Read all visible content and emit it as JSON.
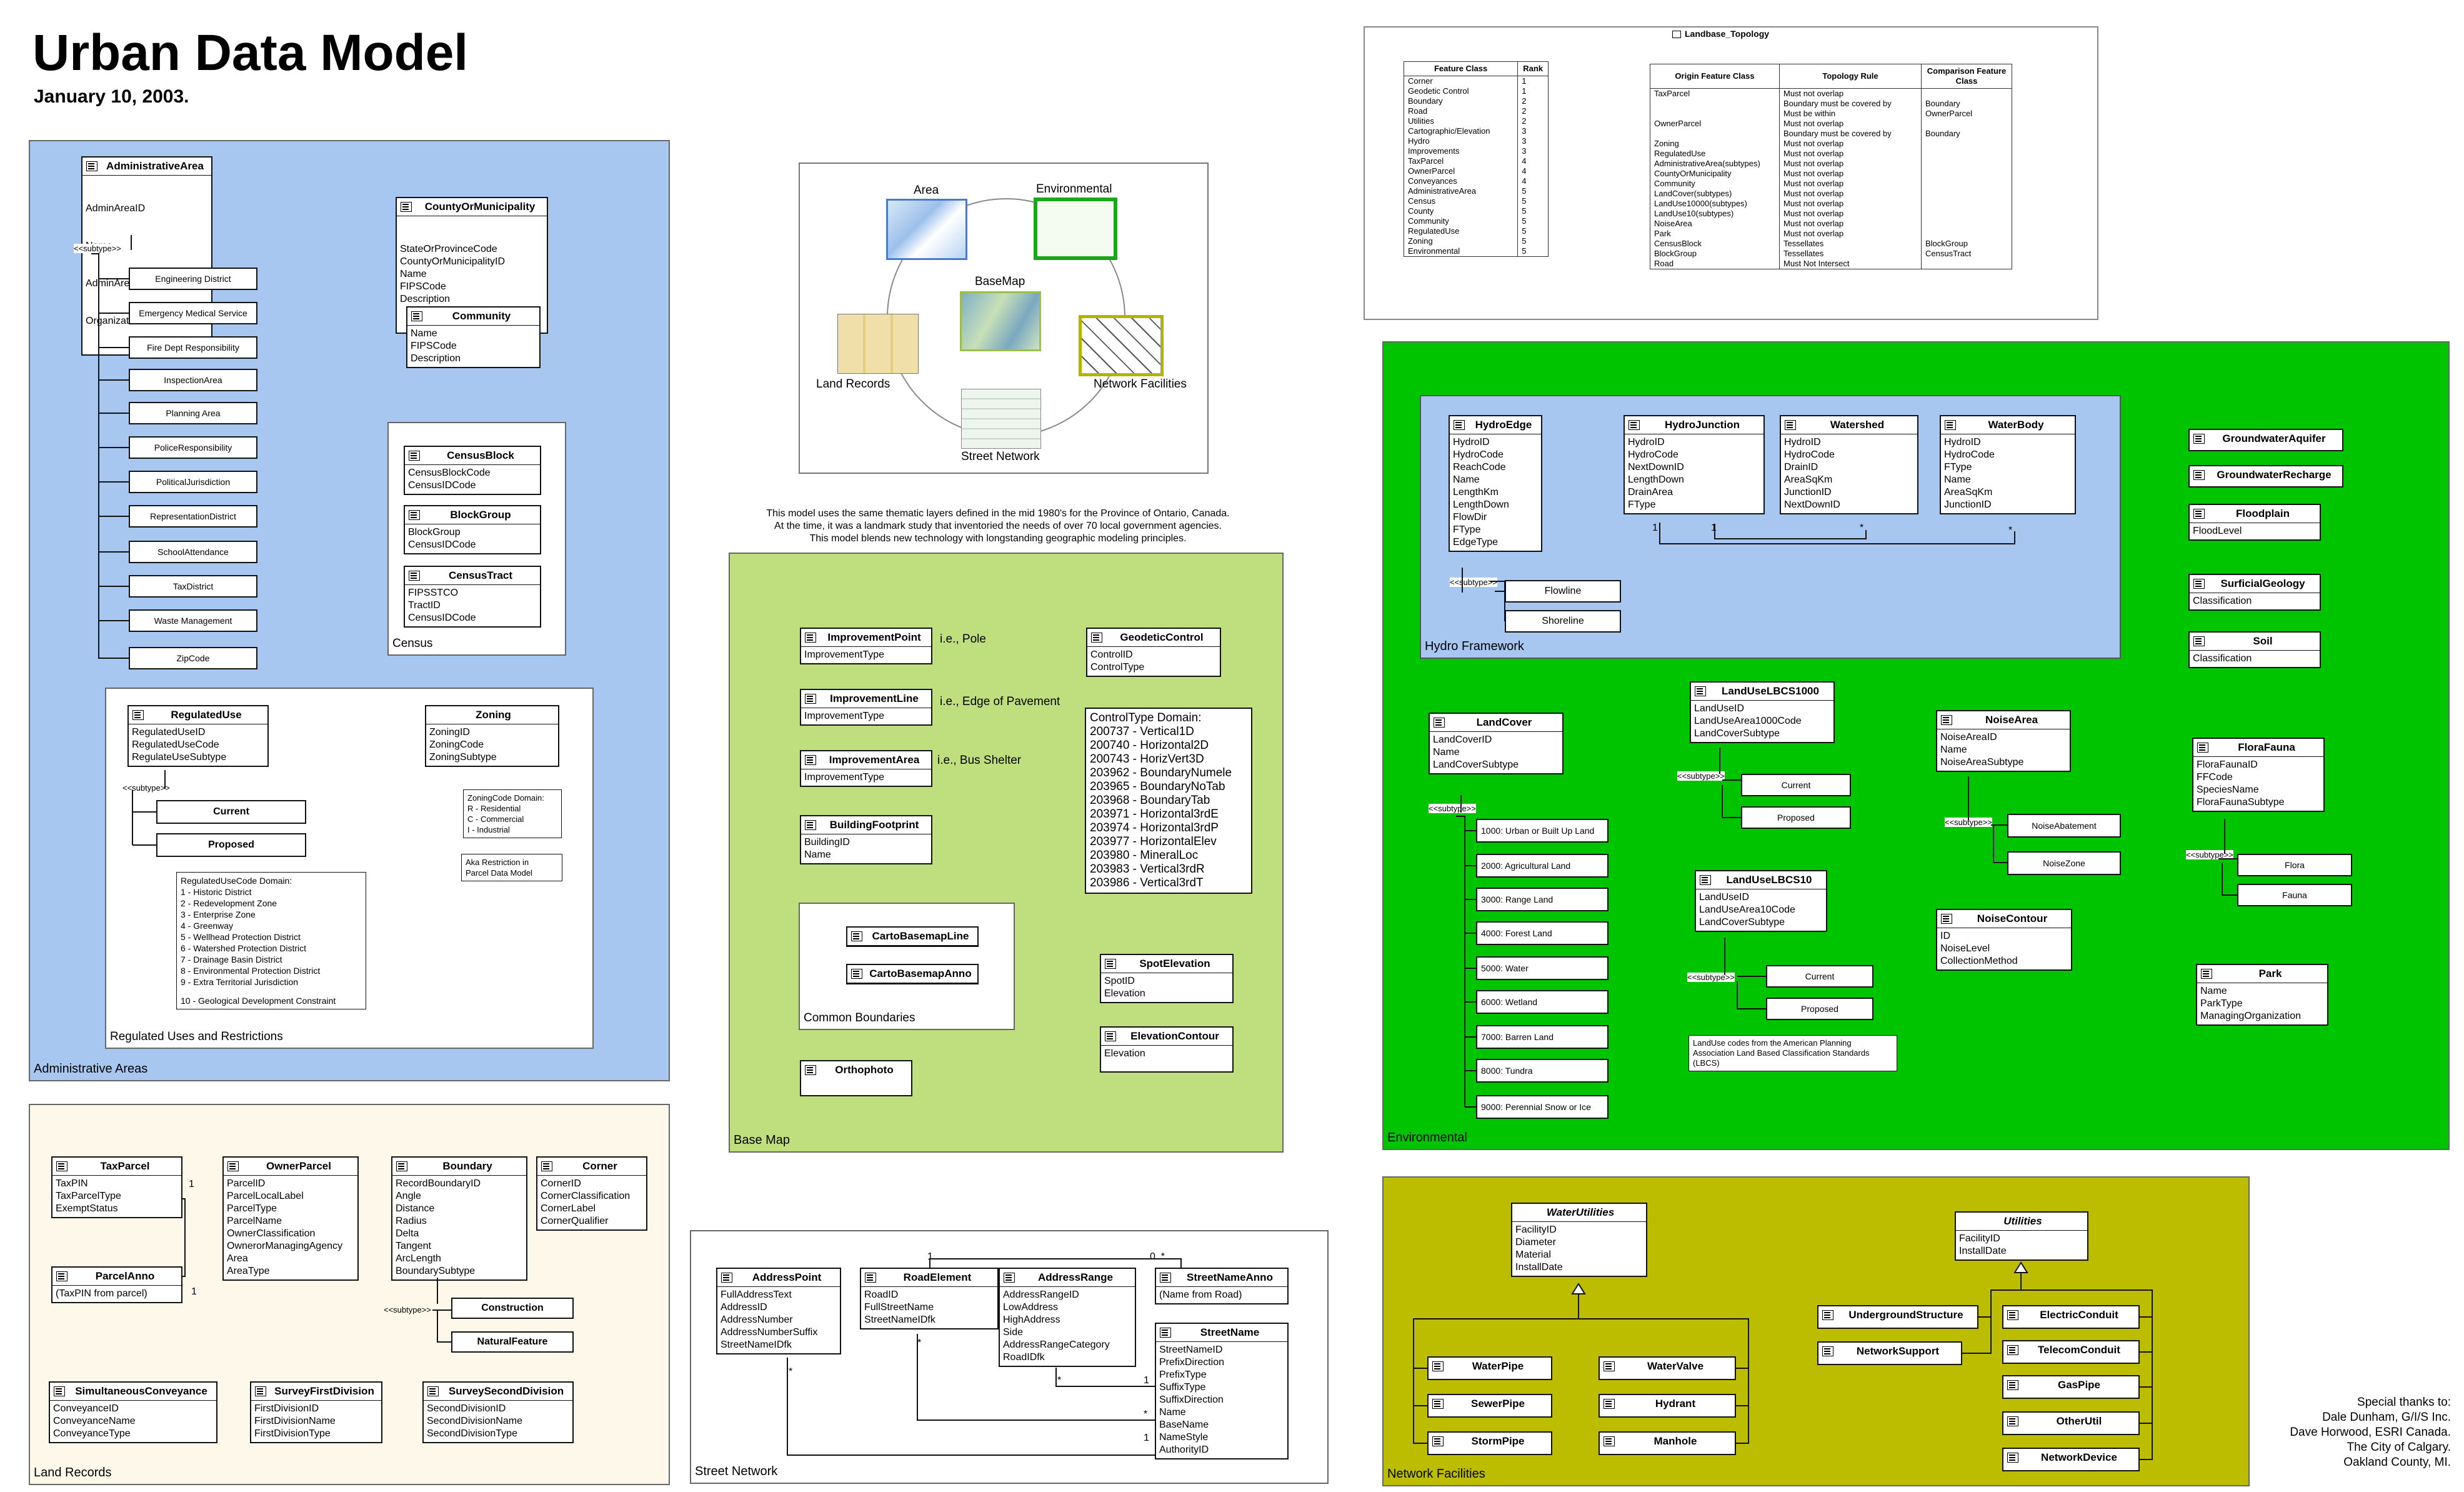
{
  "header": {
    "title": "Urban Data Model",
    "date": "January 10, 2003."
  },
  "colors": {
    "admin": "#a7c7f0",
    "landrec": "#fdf8ea",
    "street": "#ffffff",
    "basemap": "#bfdf7f",
    "env": "#00c400",
    "hydro": "#a7c7f0",
    "network": "#bcbc00"
  },
  "admin": {
    "label": "Administrative Areas",
    "administrative_area": {
      "name": "AdministrativeArea",
      "fields": [
        "AdminAreaID",
        "Name",
        "AdminAreaSubtype",
        "OrganizationName"
      ]
    },
    "subtype_tag": "<<subtype>>",
    "subtypes": [
      "Engineering District",
      "Emergency Medical Service",
      "Fire Dept Responsibility",
      "InspectionArea",
      "Planning Area",
      "PoliceResponsibility",
      "PoliticalJurisdiction",
      "RepresentationDistrict",
      "SchoolAttendance",
      "TaxDistrict",
      "Waste Management",
      "ZipCode"
    ],
    "county": {
      "name": "CountyOrMunicipality",
      "fields": [
        "StateOrProvinceCode",
        "CountyOrMunicipalityID",
        "Name",
        "FIPSCode",
        "Description"
      ]
    },
    "community": {
      "name": "Community",
      "fields": [
        "Name",
        "FIPSCode",
        "Description"
      ]
    },
    "census": {
      "label": "Census",
      "block": {
        "name": "CensusBlock",
        "fields": [
          "CensusBlockCode",
          "CensusIDCode"
        ]
      },
      "group": {
        "name": "BlockGroup",
        "fields": [
          "BlockGroup",
          "CensusIDCode"
        ]
      },
      "tract": {
        "name": "CensusTract",
        "fields": [
          "FIPSSTCO",
          "TractID",
          "CensusIDCode"
        ]
      }
    },
    "regulated": {
      "label": "Regulated Uses and Restrictions",
      "use": {
        "name": "RegulatedUse",
        "fields": [
          "RegulatedUseID",
          "RegulatedUseCode",
          "RegulateUseSubtype"
        ]
      },
      "current": "Current",
      "proposed": "Proposed",
      "zoning": {
        "name": "Zoning",
        "fields": [
          "ZoningID",
          "ZoningCode",
          "ZoningSubtype"
        ]
      },
      "zoning_domain": [
        "ZoningCode Domain:",
        "R - Residential",
        "C - Commercial",
        "I - Industrial"
      ],
      "aka": [
        "Aka Restriction in",
        "Parcel Data Model"
      ],
      "use_domain": [
        "RegulatedUseCode Domain:",
        "1 - Historic District",
        "2 - Redevelopment Zone",
        "3 - Enterprise Zone",
        "4 - Greenway",
        "5 - Wellhead Protection District",
        "6 - Watershed Protection District",
        "7 - Drainage Basin District",
        "8 - Environmental Protection District",
        "9 - Extra Territorial Jurisdiction",
        "",
        "10 - Geological Development Constraint"
      ]
    }
  },
  "landrec": {
    "label": "Land Records",
    "taxparcel": {
      "name": "TaxParcel",
      "fields": [
        "TaxPIN",
        "TaxParcelType",
        "ExemptStatus"
      ]
    },
    "parcelanno": {
      "name": "ParcelAnno",
      "fields": [
        "(TaxPIN from parcel)"
      ]
    },
    "ownerparcel": {
      "name": "OwnerParcel",
      "fields": [
        "ParcelID",
        "ParcelLocalLabel",
        "ParcelType",
        "ParcelName",
        "OwnerClassification",
        "OwnerorManagingAgency",
        "Area",
        "AreaType"
      ]
    },
    "boundary": {
      "name": "Boundary",
      "fields": [
        "RecordBoundaryID",
        "Angle",
        "Distance",
        "Radius",
        "Delta",
        "Tangent",
        "ArcLength",
        "BoundarySubtype"
      ]
    },
    "corner": {
      "name": "Corner",
      "fields": [
        "CornerID",
        "CornerClassification",
        "CornerLabel",
        "CornerQualifier"
      ]
    },
    "construction": "Construction",
    "naturalfeature": "NaturalFeature",
    "simultaneous": {
      "name": "SimultaneousConveyance",
      "fields": [
        "ConveyanceID",
        "ConveyanceName",
        "ConveyanceType"
      ]
    },
    "surveyfirst": {
      "name": "SurveyFirstDivision",
      "fields": [
        "FirstDivisionID",
        "FirstDivisionName",
        "FirstDivisionType"
      ]
    },
    "surveysecond": {
      "name": "SurveySecondDivision",
      "fields": [
        "SecondDivisionID",
        "SecondDivisionName",
        "SecondDivisionType"
      ]
    },
    "mult_one_a": "1",
    "mult_one_b": "1"
  },
  "overview": {
    "area": "Area",
    "environmental": "Environmental",
    "basemap": "BaseMap",
    "landrecords": "Land Records",
    "network": "Network Facilities",
    "street": "Street Network",
    "desc": [
      "This model uses the same thematic layers defined in the mid 1980's for the Province of Ontario, Canada.",
      "At the time, it was a landmark study that inventoried the needs of over 70 local government agencies.",
      "This model blends new technology with longstanding geographic modeling principles."
    ]
  },
  "basemap": {
    "label": "Base Map",
    "improvementpoint": {
      "name": "ImprovementPoint",
      "fields": [
        "ImprovementType"
      ],
      "eg": "i.e., Pole"
    },
    "improvementline": {
      "name": "ImprovementLine",
      "fields": [
        "ImprovementType"
      ],
      "eg": "i.e., Edge of Pavement"
    },
    "improvementarea": {
      "name": "ImprovementArea",
      "fields": [
        "ImprovementType"
      ],
      "eg": "i.e., Bus Shelter"
    },
    "buildingfootprint": {
      "name": "BuildingFootprint",
      "fields": [
        "BuildingID",
        "Name"
      ]
    },
    "geodetic": {
      "name": "GeodeticControl",
      "fields": [
        "ControlID",
        "ControlType"
      ]
    },
    "control_domain": [
      "ControlType Domain:",
      "200737 - Vertical1D",
      "200740 - Horizontal2D",
      "200743 - HorizVert3D",
      "203962 - BoundaryNumele",
      "203965 - BoundaryNoTab",
      "203968 - BoundaryTab",
      "203971 - Horizontal3rdE",
      "203974 - Horizontal3rdP",
      "203977 - HorizontalElev",
      "203980 - MineralLoc",
      "203983 - Vertical3rdR",
      "203986 - Vertical3rdT"
    ],
    "common": {
      "label": "Common Boundaries",
      "line": "CartoBasemapLine",
      "anno": "CartoBasemapAnno"
    },
    "spot": {
      "name": "SpotElevation",
      "fields": [
        "SpotID",
        "Elevation"
      ]
    },
    "contour": {
      "name": "ElevationContour",
      "fields": [
        "Elevation"
      ]
    },
    "ortho": "Orthophoto"
  },
  "street": {
    "label": "Street Network",
    "addresspoint": {
      "name": "AddressPoint",
      "fields": [
        "FullAddressText",
        "AddressID",
        "AddressNumber",
        "AddressNumberSuffix",
        "StreetNameIDfk"
      ]
    },
    "roadelement": {
      "name": "RoadElement",
      "fields": [
        "RoadID",
        "FullStreetName",
        "StreetNameIDfk"
      ]
    },
    "addressrange": {
      "name": "AddressRange",
      "fields": [
        "AddressRangeID",
        "LowAddress",
        "HighAddress",
        "Side",
        "AddressRangeCategory",
        "RoadIDfk"
      ]
    },
    "streetnameanno": {
      "name": "StreetNameAnno",
      "fields": [
        "(Name from Road)"
      ]
    },
    "streetname": {
      "name": "StreetName",
      "fields": [
        "StreetNameID",
        "PrefixDirection",
        "PrefixType",
        "SuffixType",
        "SuffixDirection",
        "Name",
        "BaseName",
        "NameStyle",
        "AuthorityID"
      ]
    },
    "m_one": "1",
    "m_many": "0..*",
    "m_star": "*"
  },
  "topology": {
    "title": "Landbase_Topology",
    "rank_headers": [
      "Feature Class",
      "Rank"
    ],
    "rank_rows": [
      [
        "Corner",
        "1"
      ],
      [
        "Geodetic Control",
        "1"
      ],
      [
        "Boundary",
        "2"
      ],
      [
        "Road",
        "2"
      ],
      [
        "Utilities",
        "2"
      ],
      [
        "Cartographic/Elevation",
        "3"
      ],
      [
        "Hydro",
        "3"
      ],
      [
        "Improvements",
        "3"
      ],
      [
        "TaxParcel",
        "4"
      ],
      [
        "OwnerParcel",
        "4"
      ],
      [
        "Conveyances",
        "4"
      ],
      [
        "AdministrativeArea",
        "5"
      ],
      [
        "Census",
        "5"
      ],
      [
        "County",
        "5"
      ],
      [
        "Community",
        "5"
      ],
      [
        "RegulatedUse",
        "5"
      ],
      [
        "Zoning",
        "5"
      ],
      [
        "Environmental",
        "5"
      ]
    ],
    "rule_headers": [
      "Origin Feature Class",
      "Topology Rule",
      "Comparison Feature Class"
    ],
    "rule_rows": [
      [
        "TaxParcel",
        "Must not overlap",
        ""
      ],
      [
        "",
        "Boundary must be covered by",
        "Boundary"
      ],
      [
        "",
        "Must be within",
        "OwnerParcel"
      ],
      [
        "OwnerParcel",
        "Must not overlap",
        ""
      ],
      [
        "",
        "Boundary must be covered by",
        "Boundary"
      ],
      [
        "Zoning",
        "Must not overlap",
        ""
      ],
      [
        "RegulatedUse",
        "Must not overlap",
        ""
      ],
      [
        "AdministrativeArea(subtypes)",
        "Must not overlap",
        ""
      ],
      [
        "CountyOrMunicipality",
        "Must not overlap",
        ""
      ],
      [
        "Community",
        "Must not overlap",
        ""
      ],
      [
        "LandCover(subtypes)",
        "Must not overlap",
        ""
      ],
      [
        "LandUse10000(subtypes)",
        "Must not overlap",
        ""
      ],
      [
        "LandUse10(subtypes)",
        "Must not overlap",
        ""
      ],
      [
        "NoiseArea",
        "Must not overlap",
        ""
      ],
      [
        "Park",
        "Must not overlap",
        ""
      ],
      [
        "CensusBlock",
        "Tessellates",
        "BlockGroup"
      ],
      [
        "BlockGroup",
        "Tessellates",
        "CensusTract"
      ],
      [
        "Road",
        "Must Not Intersect",
        ""
      ]
    ]
  },
  "env": {
    "label": "Environmental",
    "hydro": {
      "label": "Hydro Framework",
      "edge": {
        "name": "HydroEdge",
        "fields": [
          "HydroID",
          "HydroCode",
          "ReachCode",
          "Name",
          "LengthKm",
          "LengthDown",
          "FlowDir",
          "FType",
          "EdgeType"
        ]
      },
      "junction": {
        "name": "HydroJunction",
        "fields": [
          "HydroID",
          "HydroCode",
          "NextDownID",
          "LengthDown",
          "DrainArea",
          "FType"
        ]
      },
      "watershed": {
        "name": "Watershed",
        "fields": [
          "HydroID",
          "HydroCode",
          "DrainID",
          "AreaSqKm",
          "JunctionID",
          "NextDownID"
        ]
      },
      "waterbody": {
        "name": "WaterBody",
        "fields": [
          "HydroID",
          "HydroCode",
          "FType",
          "Name",
          "AreaSqKm",
          "JunctionID"
        ]
      },
      "flowline": "Flowline",
      "shoreline": "Shoreline",
      "m1": "1",
      "m2": "1",
      "m3": "*",
      "m4": "*"
    },
    "gwaquifer": "GroundwaterAquifer",
    "gwrecharge": "GroundwaterRecharge",
    "floodplain": {
      "name": "Floodplain",
      "fields": [
        "FloodLevel"
      ]
    },
    "surficial": {
      "name": "SurficialGeology",
      "fields": [
        "Classification"
      ]
    },
    "soil": {
      "name": "Soil",
      "fields": [
        "Classification"
      ]
    },
    "landcover": {
      "name": "LandCover",
      "fields": [
        "LandCoverID",
        "Name",
        "LandCoverSubtype"
      ]
    },
    "lc_subtypes": [
      "1000: Urban or Built Up Land",
      "2000: Agricultural Land",
      "3000: Range Land",
      "4000: Forest Land",
      "5000: Water",
      "6000: Wetland",
      "7000: Barren Land",
      "8000: Tundra",
      "9000: Perennial Snow or Ice"
    ],
    "lu1000": {
      "name": "LandUseLBCS1000",
      "fields": [
        "LandUseID",
        "LandUseArea1000Code",
        "LandCoverSubtype"
      ]
    },
    "lu10": {
      "name": "LandUseLBCS10",
      "fields": [
        "LandUseID",
        "LandUseArea10Code",
        "LandCoverSubtype"
      ]
    },
    "current": "Current",
    "proposed": "Proposed",
    "lbcs_note": [
      "LandUse codes from the American Planning",
      "Association Land Based Classification Standards",
      "(LBCS)"
    ],
    "noisearea": {
      "name": "NoiseArea",
      "fields": [
        "NoiseAreaID",
        "Name",
        "NoiseAreaSubtype"
      ]
    },
    "noiseabatement": "NoiseAbatement",
    "noisezone": "NoiseZone",
    "noisecontour": {
      "name": "NoiseContour",
      "fields": [
        "ID",
        "NoiseLevel",
        "CollectionMethod"
      ]
    },
    "florafauna": {
      "name": "FloraFauna",
      "fields": [
        "FloraFaunaID",
        "FFCode",
        "SpeciesName",
        "FloraFaunaSubtype"
      ]
    },
    "flora": "Flora",
    "fauna": "Fauna",
    "park": {
      "name": "Park",
      "fields": [
        "Name",
        "ParkType",
        "ManagingOrganization"
      ]
    }
  },
  "network": {
    "label": "Network Facilities",
    "waterutil": {
      "name": "WaterUtilities",
      "fields": [
        "FacilityID",
        "Diameter",
        "Material",
        "InstallDate"
      ]
    },
    "waterpipe": "WaterPipe",
    "sewerpipe": "SewerPipe",
    "stormpipe": "StormPipe",
    "watervalve": "WaterValve",
    "hydrant": "Hydrant",
    "manhole": "Manhole",
    "utilities": {
      "name": "Utilities",
      "fields": [
        "FacilityID",
        "InstallDate"
      ]
    },
    "underground": "UndergroundStructure",
    "support": "NetworkSupport",
    "electric": "ElectricConduit",
    "telecom": "TelecomConduit",
    "gaspipe": "GasPipe",
    "otherutil": "OtherUtil",
    "device": "NetworkDevice"
  },
  "thanks": [
    "Special thanks to:",
    "Dale Dunham, G/I/S Inc.",
    "Dave Horwood, ESRI Canada.",
    "The City of Calgary.",
    "Oakland County, MI."
  ]
}
